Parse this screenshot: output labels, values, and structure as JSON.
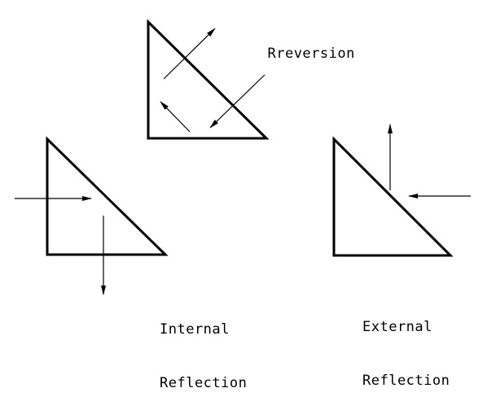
{
  "labels": {
    "reversion": "Rreversion",
    "internal_line1": "Internal",
    "internal_line2": "Reflection",
    "external_line1": "External",
    "external_line2": "Reflection"
  },
  "colors": {
    "stroke": "#000000",
    "background": "#ffffff"
  }
}
